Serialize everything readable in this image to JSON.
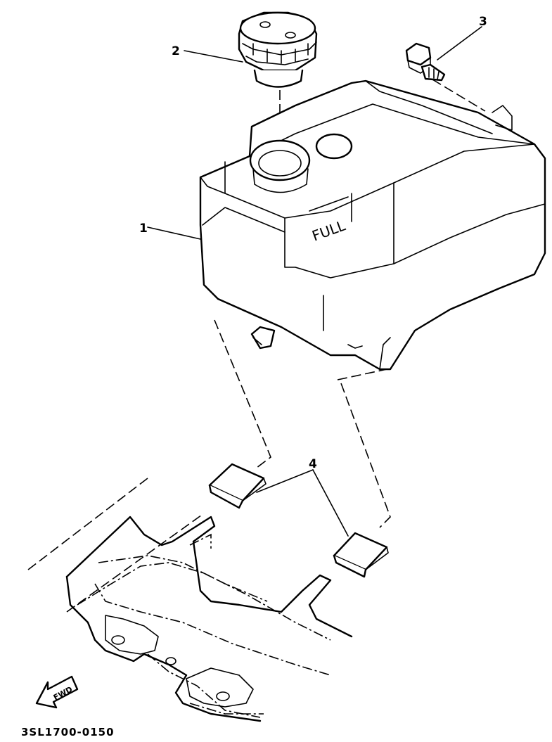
{
  "callouts": {
    "tank": "1",
    "cap": "2",
    "bolt": "3",
    "pad": "4"
  },
  "tank_marking": "FULL",
  "fwd_arrow": "FWD",
  "diagram_code": "3SL1700-0150"
}
